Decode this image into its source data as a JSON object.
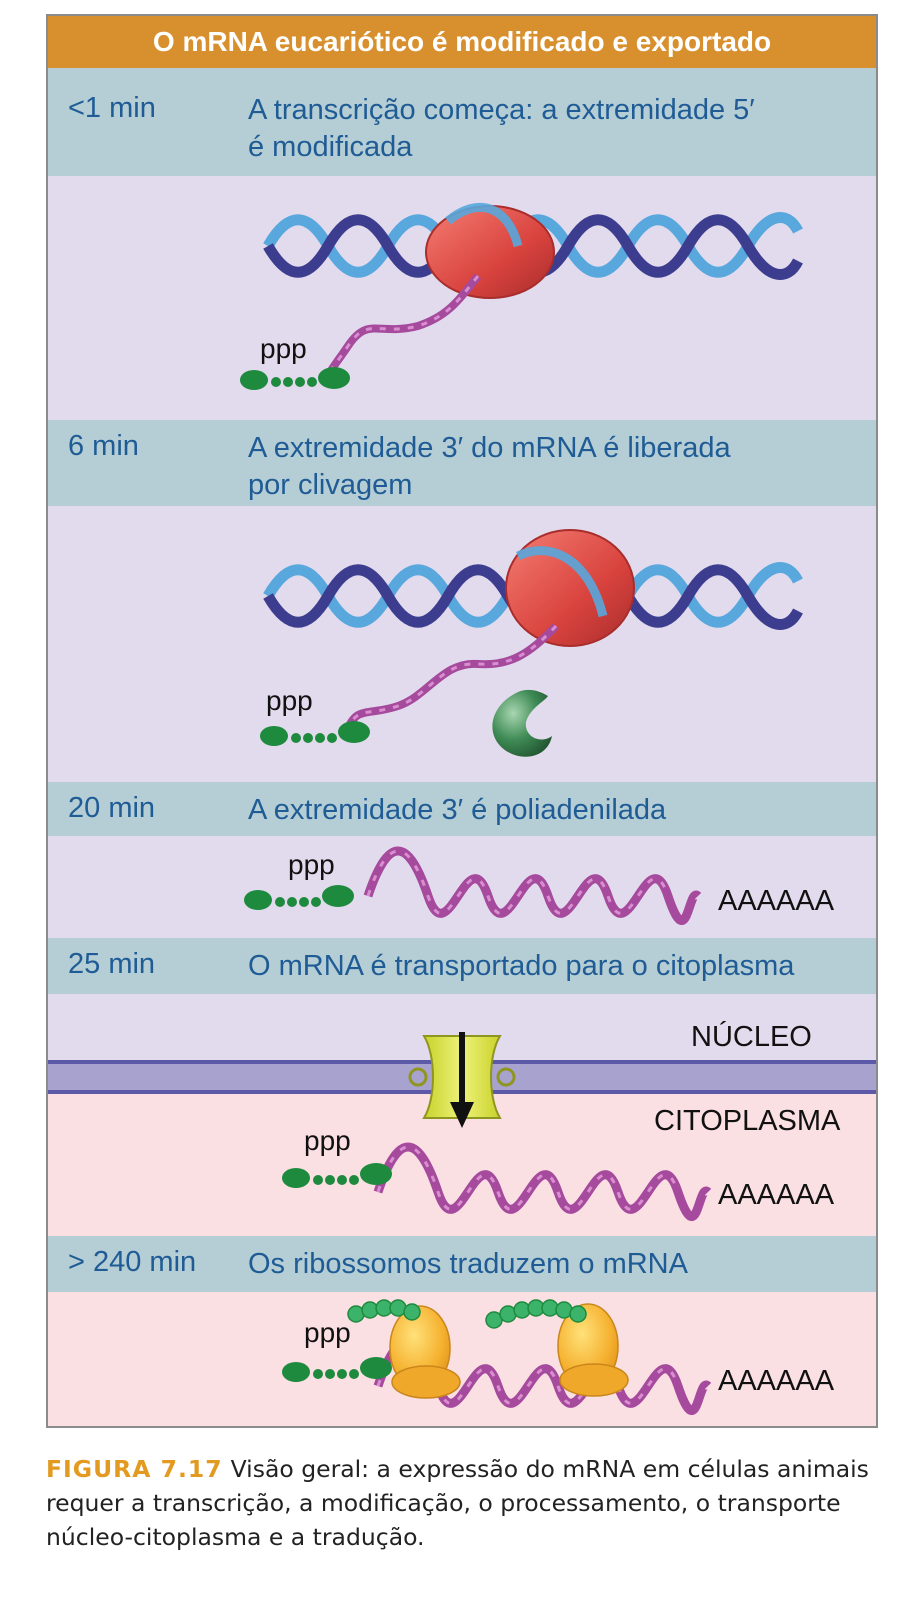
{
  "title": "O mRNA eucariótico é modificado e exportado",
  "steps": [
    {
      "time": "<1 min",
      "description_line1": "A transcrição começa: a extremidade 5′",
      "description_line2": "é modificada"
    },
    {
      "time": "6 min",
      "description_line1": "A extremidade 3′ do mRNA é liberada",
      "description_line2": "por clivagem"
    },
    {
      "time": "20 min",
      "description_line1": "A extremidade 3′ é poliadenilada",
      "description_line2": ""
    },
    {
      "time": "25 min",
      "description_line1": "O mRNA é transportado para o citoplasma",
      "description_line2": ""
    },
    {
      "time": "> 240 min",
      "description_line1": "Os ribossomos traduzem o mRNA",
      "description_line2": ""
    }
  ],
  "labels": {
    "cap": "ppp",
    "polya": "AAAAAA",
    "nucleus": "NÚCLEO",
    "cytoplasm": "CITOPLASMA"
  },
  "caption": {
    "figure_label": "FIGURA 7.17",
    "text": "Visão geral: a expressão do mRNA em células animais requer a transcrição, a modificação, o processamento, o transporte núcleo-citoplasma e a tradução."
  },
  "colors": {
    "title_bar": "#d8902e",
    "header_band": "#b5cdd4",
    "nucleus_bg": "#e2dbed",
    "cytoplasm_bg": "#fadfe3",
    "text_blue": "#1f5c95",
    "dna_dark": "#3d3d8f",
    "dna_light": "#58a7dd",
    "rna": "#a54a9c",
    "polymerase": "#e0504a",
    "cap_green": "#1e8a3e",
    "pore": "#d7e03a",
    "ribosome": "#f0a82a",
    "caption_label": "#e39a20"
  }
}
